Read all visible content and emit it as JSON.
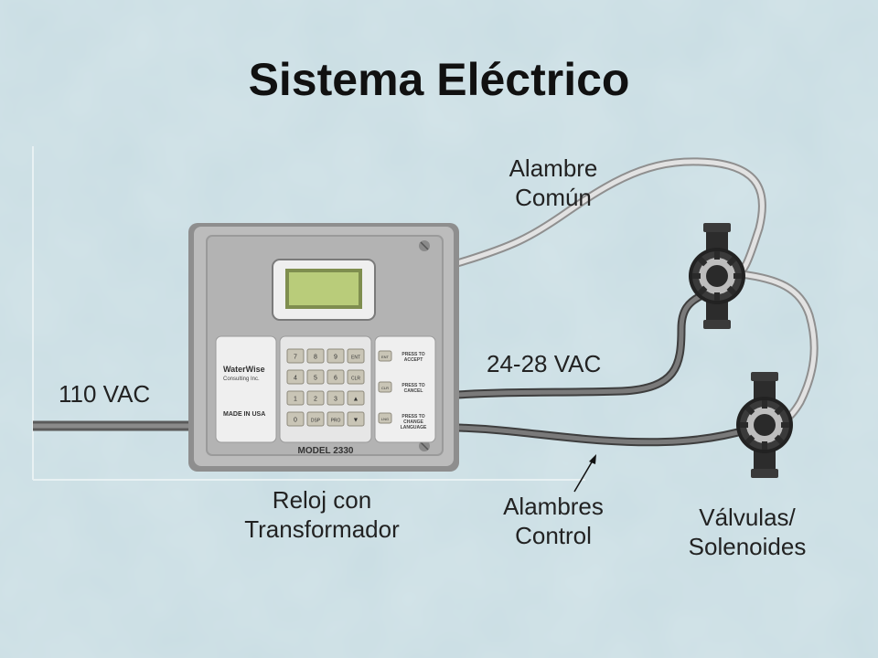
{
  "title": "Sistema Eléctrico",
  "labels": {
    "input_voltage": "110 VAC",
    "common_wire_line1": "Alambre",
    "common_wire_line2": "Común",
    "output_voltage": "24-28 VAC",
    "controller_line1": "Reloj con",
    "controller_line2": "Transformador",
    "control_wires_line1": "Alambres",
    "control_wires_line2": "Control",
    "valves_line1": "Válvulas/",
    "valves_line2": "Solenoides"
  },
  "controller": {
    "brand_line1": "WaterWise",
    "brand_line2": "Consulting Inc.",
    "made_in": "MADE IN USA",
    "model": "MODEL 2330",
    "keys": [
      "7",
      "8",
      "9",
      "ENT",
      "4",
      "5",
      "6",
      "CLR",
      "1",
      "2",
      "3",
      "▲",
      "0",
      "DSP",
      "PRO",
      "▼"
    ],
    "functions": [
      {
        "key": "ENT",
        "line1": "PRESS TO",
        "line2": "ACCEPT",
        "line3": ""
      },
      {
        "key": "CLR",
        "line1": "PRESS TO",
        "line2": "CANCEL",
        "line3": ""
      },
      {
        "key": "LNG",
        "line1": "PRESS TO",
        "line2": "CHANGE",
        "line3": "LANGUAGE"
      }
    ]
  },
  "colors": {
    "background": "#c9dde3",
    "common_wire": "#dcdcdc",
    "control_wire": "#6a6a6a",
    "controller_body": "#b8b8b8",
    "lcd": "#b9cc7a"
  }
}
